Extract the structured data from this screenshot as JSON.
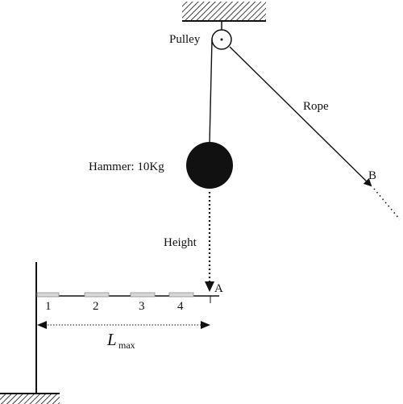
{
  "labels": {
    "pulley": "Pulley",
    "rope": "Rope",
    "hammer": "Hammer: 10Kg",
    "height": "Height",
    "point_a": "A",
    "point_b": "B",
    "lmax_main": "L",
    "lmax_sub": "max",
    "marker_1": "1",
    "marker_2": "2",
    "marker_3": "3",
    "marker_4": "4"
  },
  "colors": {
    "ink": "#111111",
    "hatch_fill": "#ffffff",
    "marker_fill": "#d9d9d9",
    "marker_stroke": "#8c8c8c"
  }
}
